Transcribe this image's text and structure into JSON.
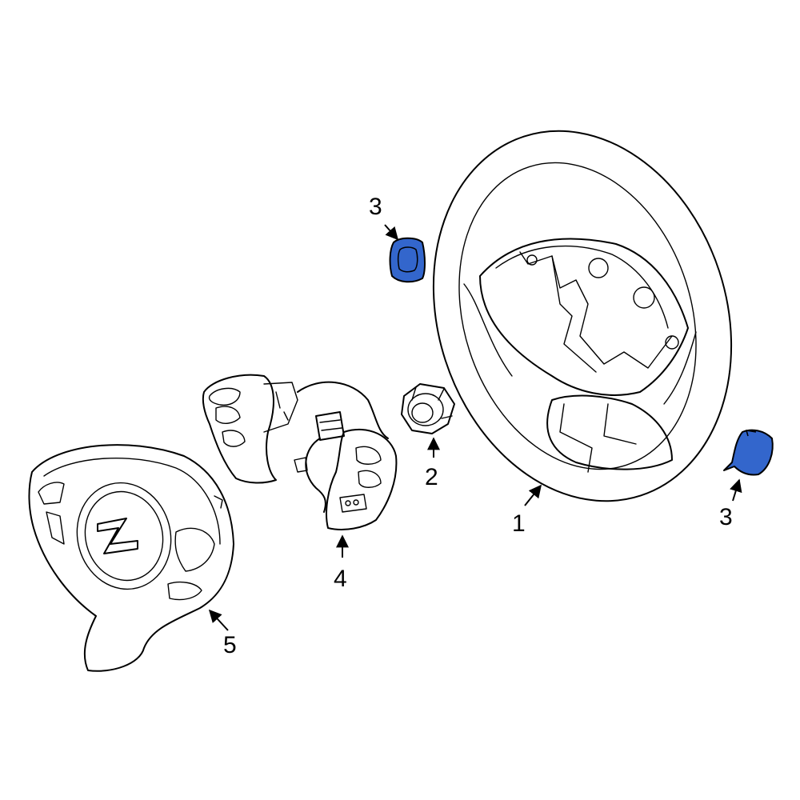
{
  "colors": {
    "highlight": "#3366cc",
    "line": "#000000",
    "background": "#ffffff"
  },
  "callouts": [
    {
      "id": "steering-wheel",
      "label": "1"
    },
    {
      "id": "nut",
      "label": "2"
    },
    {
      "id": "cover-upper",
      "label": "3"
    },
    {
      "id": "cover-right",
      "label": "3"
    },
    {
      "id": "switch-assembly",
      "label": "4"
    },
    {
      "id": "airbag-module",
      "label": "5"
    }
  ]
}
